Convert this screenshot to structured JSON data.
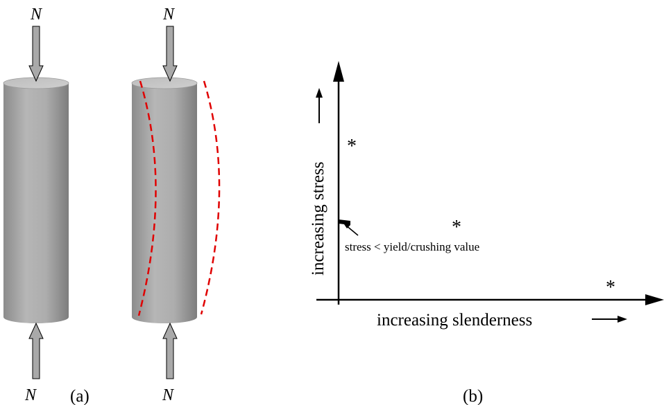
{
  "panel_a": {
    "label": "(a)",
    "left_column": {
      "load_top": "N",
      "load_bottom": "N"
    },
    "right_column": {
      "load_top": "N",
      "load_bottom": "N"
    }
  },
  "panel_b": {
    "label": "(b)",
    "y_axis_label": "increasing stress",
    "x_axis_label": "increasing slenderness",
    "annotation": "stress < yield/crushing value",
    "markers": [
      "*",
      "*",
      "*"
    ]
  },
  "colors": {
    "column_gray": "#a8a8a8",
    "arrow_fill": "#a9a9a9",
    "buckled_outline": "#e00000",
    "axis": "#000000"
  }
}
